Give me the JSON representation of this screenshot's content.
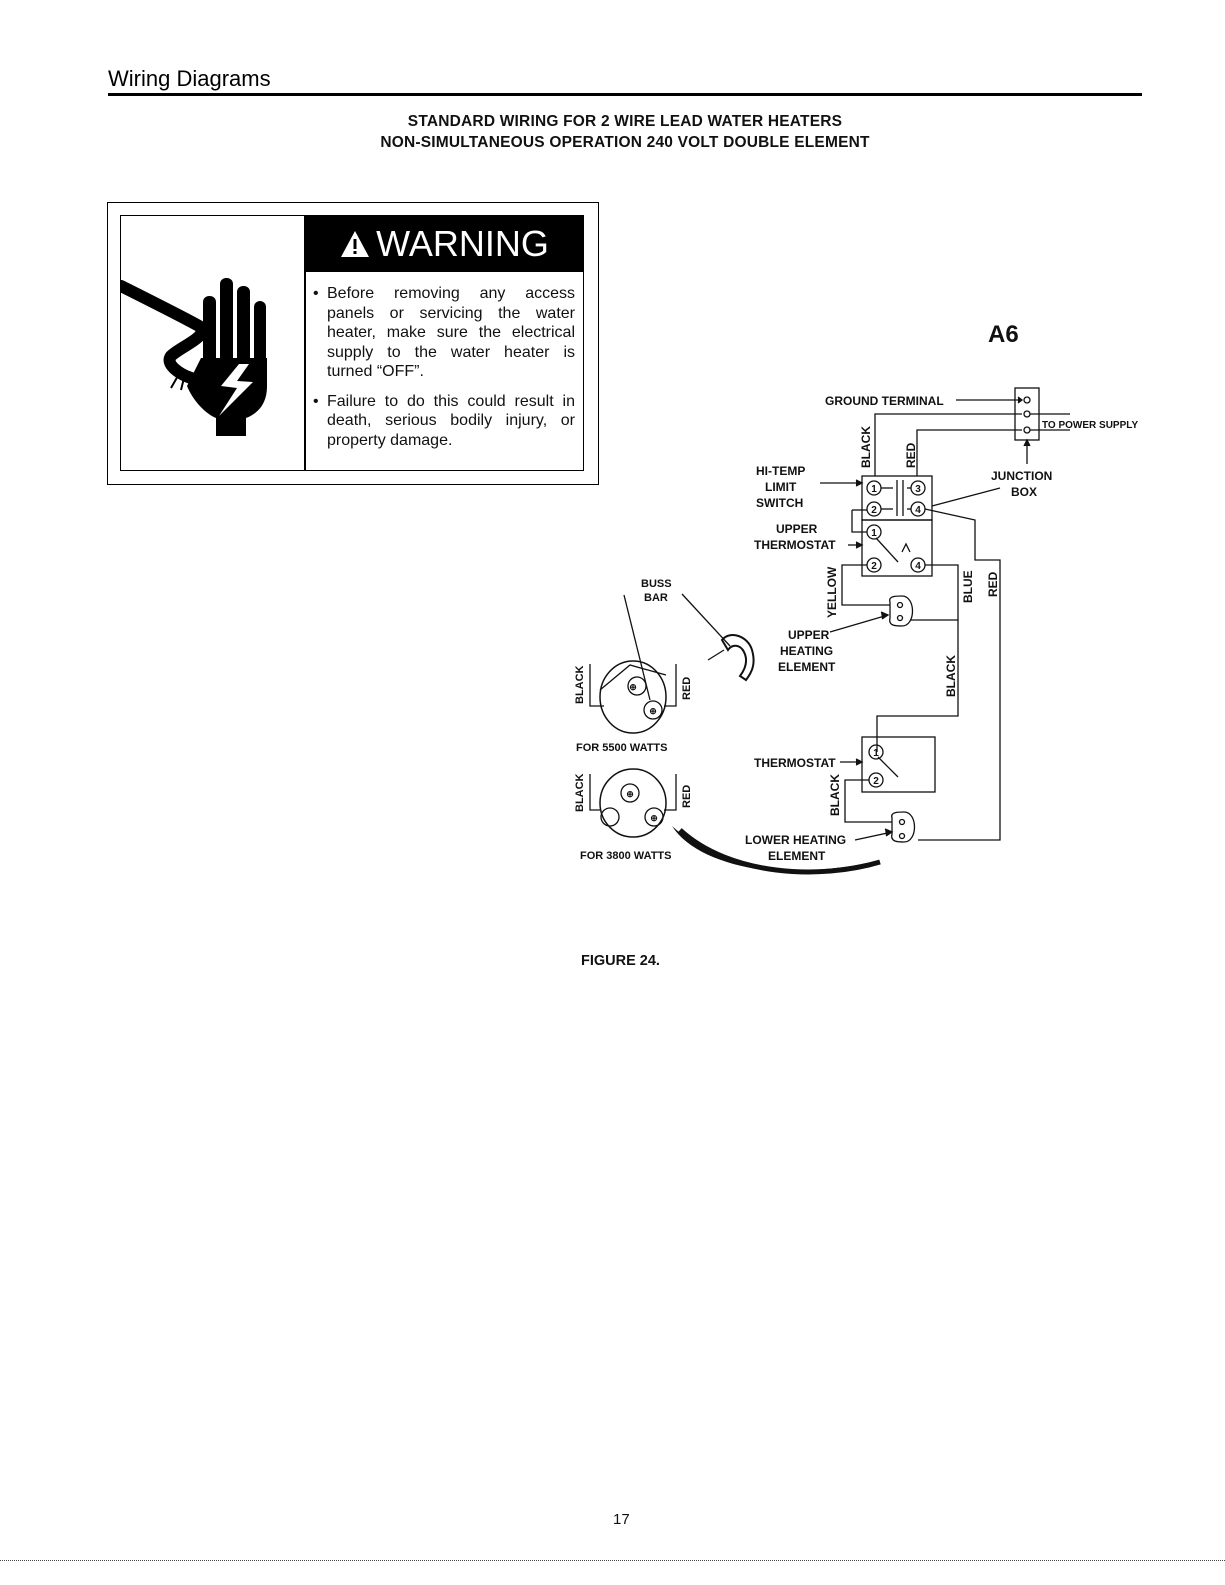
{
  "header": {
    "section_title": "Wiring Diagrams",
    "title_line1": "STANDARD WIRING FOR 2 WIRE LEAD WATER HEATERS",
    "title_line2": "NON-SIMULTANEOUS OPERATION 240 VOLT DOUBLE ELEMENT"
  },
  "warning": {
    "heading": "WARNING",
    "bullets": [
      "Before removing any access panels or servicing the water heater, make sure the electrical supply to the water heater is turned “OFF”.",
      "Failure to do this could result in death, serious bodily injury, or property damage."
    ]
  },
  "diagram": {
    "code": "A6",
    "labels": {
      "ground_terminal": "GROUND TERMINAL",
      "to_power_supply": "TO POWER SUPPLY",
      "junction": "JUNCTION",
      "box": "BOX",
      "hi_temp": "HI-TEMP",
      "limit": "LIMIT",
      "switch": "SWITCH",
      "upper": "UPPER",
      "thermostat": "THERMOSTAT",
      "buss": "BUSS",
      "bar": "BAR",
      "heating": "HEATING",
      "element": "ELEMENT",
      "for_5500": "FOR 5500 WATTS",
      "for_3800": "FOR 3800 WATTS",
      "lower_heating": "LOWER HEATING"
    },
    "wire_colors": {
      "black": "BLACK",
      "red": "RED",
      "yellow": "YELLOW",
      "blue": "BLUE"
    },
    "terminals": [
      "1",
      "2",
      "3",
      "4"
    ]
  },
  "footer": {
    "figure_caption": "FIGURE 24.",
    "page_number": "17"
  }
}
